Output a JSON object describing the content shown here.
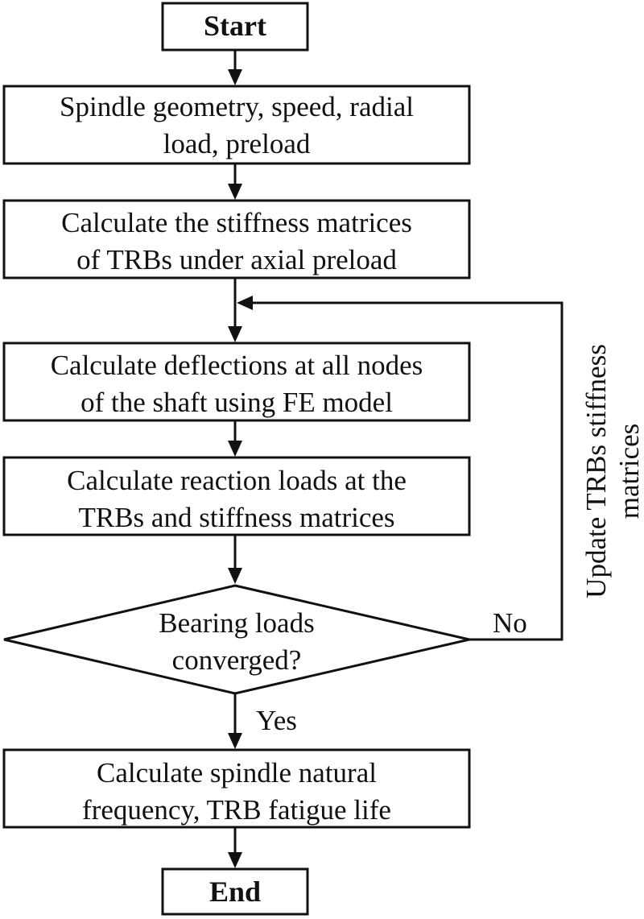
{
  "flowchart": {
    "start": "Start",
    "step1": {
      "line1": "Spindle geometry, speed, radial",
      "line2": "load, preload"
    },
    "step2": {
      "line1": "Calculate the stiffness matrices",
      "line2": "of TRBs under axial preload"
    },
    "step3": {
      "line1": "Calculate deflections at all nodes",
      "line2": "of the shaft using FE model"
    },
    "step4": {
      "line1": "Calculate reaction loads at the",
      "line2": "TRBs and stiffness matrices"
    },
    "decision": {
      "line1": "Bearing loads",
      "line2": "converged?"
    },
    "no_label": "No",
    "yes_label": "Yes",
    "loop_label": {
      "line1": "Update TRBs stiffness",
      "line2": "matrices"
    },
    "step5": {
      "line1": "Calculate spindle natural",
      "line2": "frequency, TRB fatigue life"
    },
    "end": "End"
  }
}
